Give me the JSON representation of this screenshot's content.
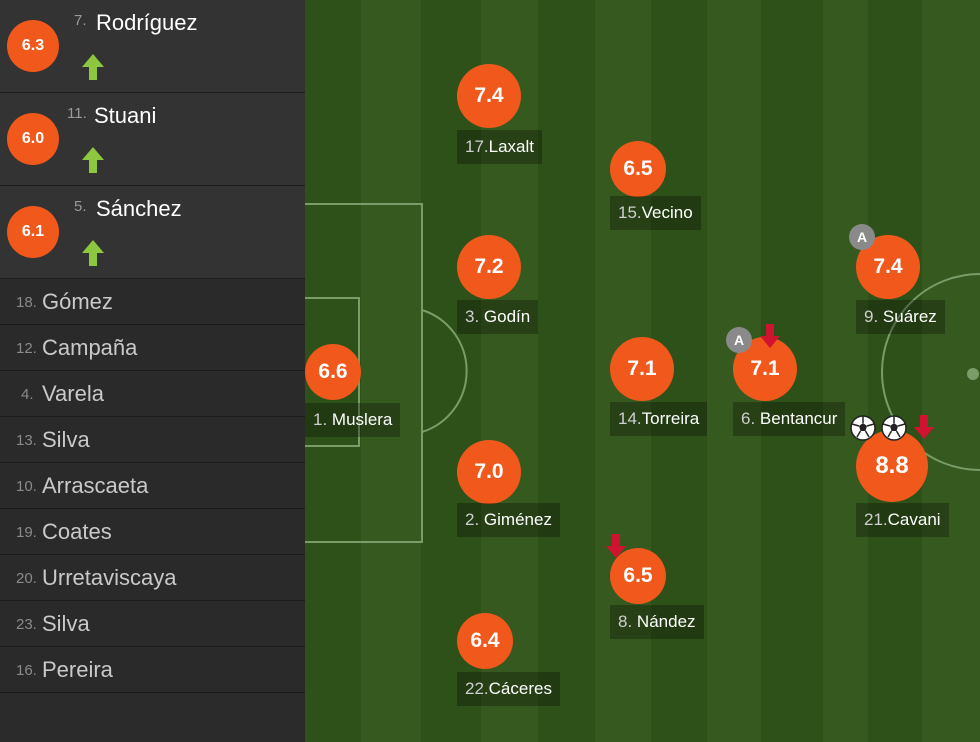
{
  "colors": {
    "rating_bg": "#f0581c",
    "sub_in_arrow": "#8dc63f",
    "sub_out_arrow": "#d0132e",
    "pitch_dark": "#2e511a",
    "pitch_light": "#3a6222",
    "line": "#7a9c68"
  },
  "substitutes_in": [
    {
      "rating": "6.3",
      "number": "7.",
      "name": "Rodríguez",
      "icon": "sub-in-arrow-icon"
    },
    {
      "rating": "6.0",
      "number": "11.",
      "name": "Stuani",
      "icon": "sub-in-arrow-icon"
    },
    {
      "rating": "6.1",
      "number": "5.",
      "name": "Sánchez",
      "icon": "sub-in-arrow-icon"
    }
  ],
  "bench": [
    {
      "number": "18.",
      "name": "Gómez"
    },
    {
      "number": "12.",
      "name": "Campaña"
    },
    {
      "number": "4.",
      "name": "Varela"
    },
    {
      "number": "13.",
      "name": "Silva"
    },
    {
      "number": "10.",
      "name": "Arrascaeta"
    },
    {
      "number": "19.",
      "name": "Coates"
    },
    {
      "number": "20.",
      "name": "Urretaviscaya"
    },
    {
      "number": "23.",
      "name": "Silva"
    },
    {
      "number": "16.",
      "name": "Pereira"
    }
  ],
  "pitch_players": [
    {
      "rating": "6.6",
      "number": "1.",
      "name": "Muslera"
    },
    {
      "rating": "7.4",
      "number": "17.",
      "name": "Laxalt"
    },
    {
      "rating": "7.2",
      "number": "3.",
      "name": "Godín"
    },
    {
      "rating": "7.0",
      "number": "2.",
      "name": "Giménez"
    },
    {
      "rating": "6.4",
      "number": "22.",
      "name": "Cáceres"
    },
    {
      "rating": "6.5",
      "number": "15.",
      "name": "Vecino"
    },
    {
      "rating": "7.1",
      "number": "14.",
      "name": "Torreira"
    },
    {
      "rating": "6.5",
      "number": "8.",
      "name": "Nández",
      "events": [
        "sub-out-arrow-icon"
      ]
    },
    {
      "rating": "7.1",
      "number": "6.",
      "name": "Bentancur",
      "events": [
        "captain-badge",
        "sub-out-arrow-icon"
      ],
      "captain_label": "A"
    },
    {
      "rating": "7.4",
      "number": "9.",
      "name": "Suárez",
      "events": [
        "captain-badge"
      ],
      "captain_label": "A"
    },
    {
      "rating": "8.8",
      "number": "21.",
      "name": "Cavani",
      "events": [
        "goal-ball-icon",
        "goal-ball-icon",
        "sub-out-arrow-icon"
      ]
    }
  ]
}
